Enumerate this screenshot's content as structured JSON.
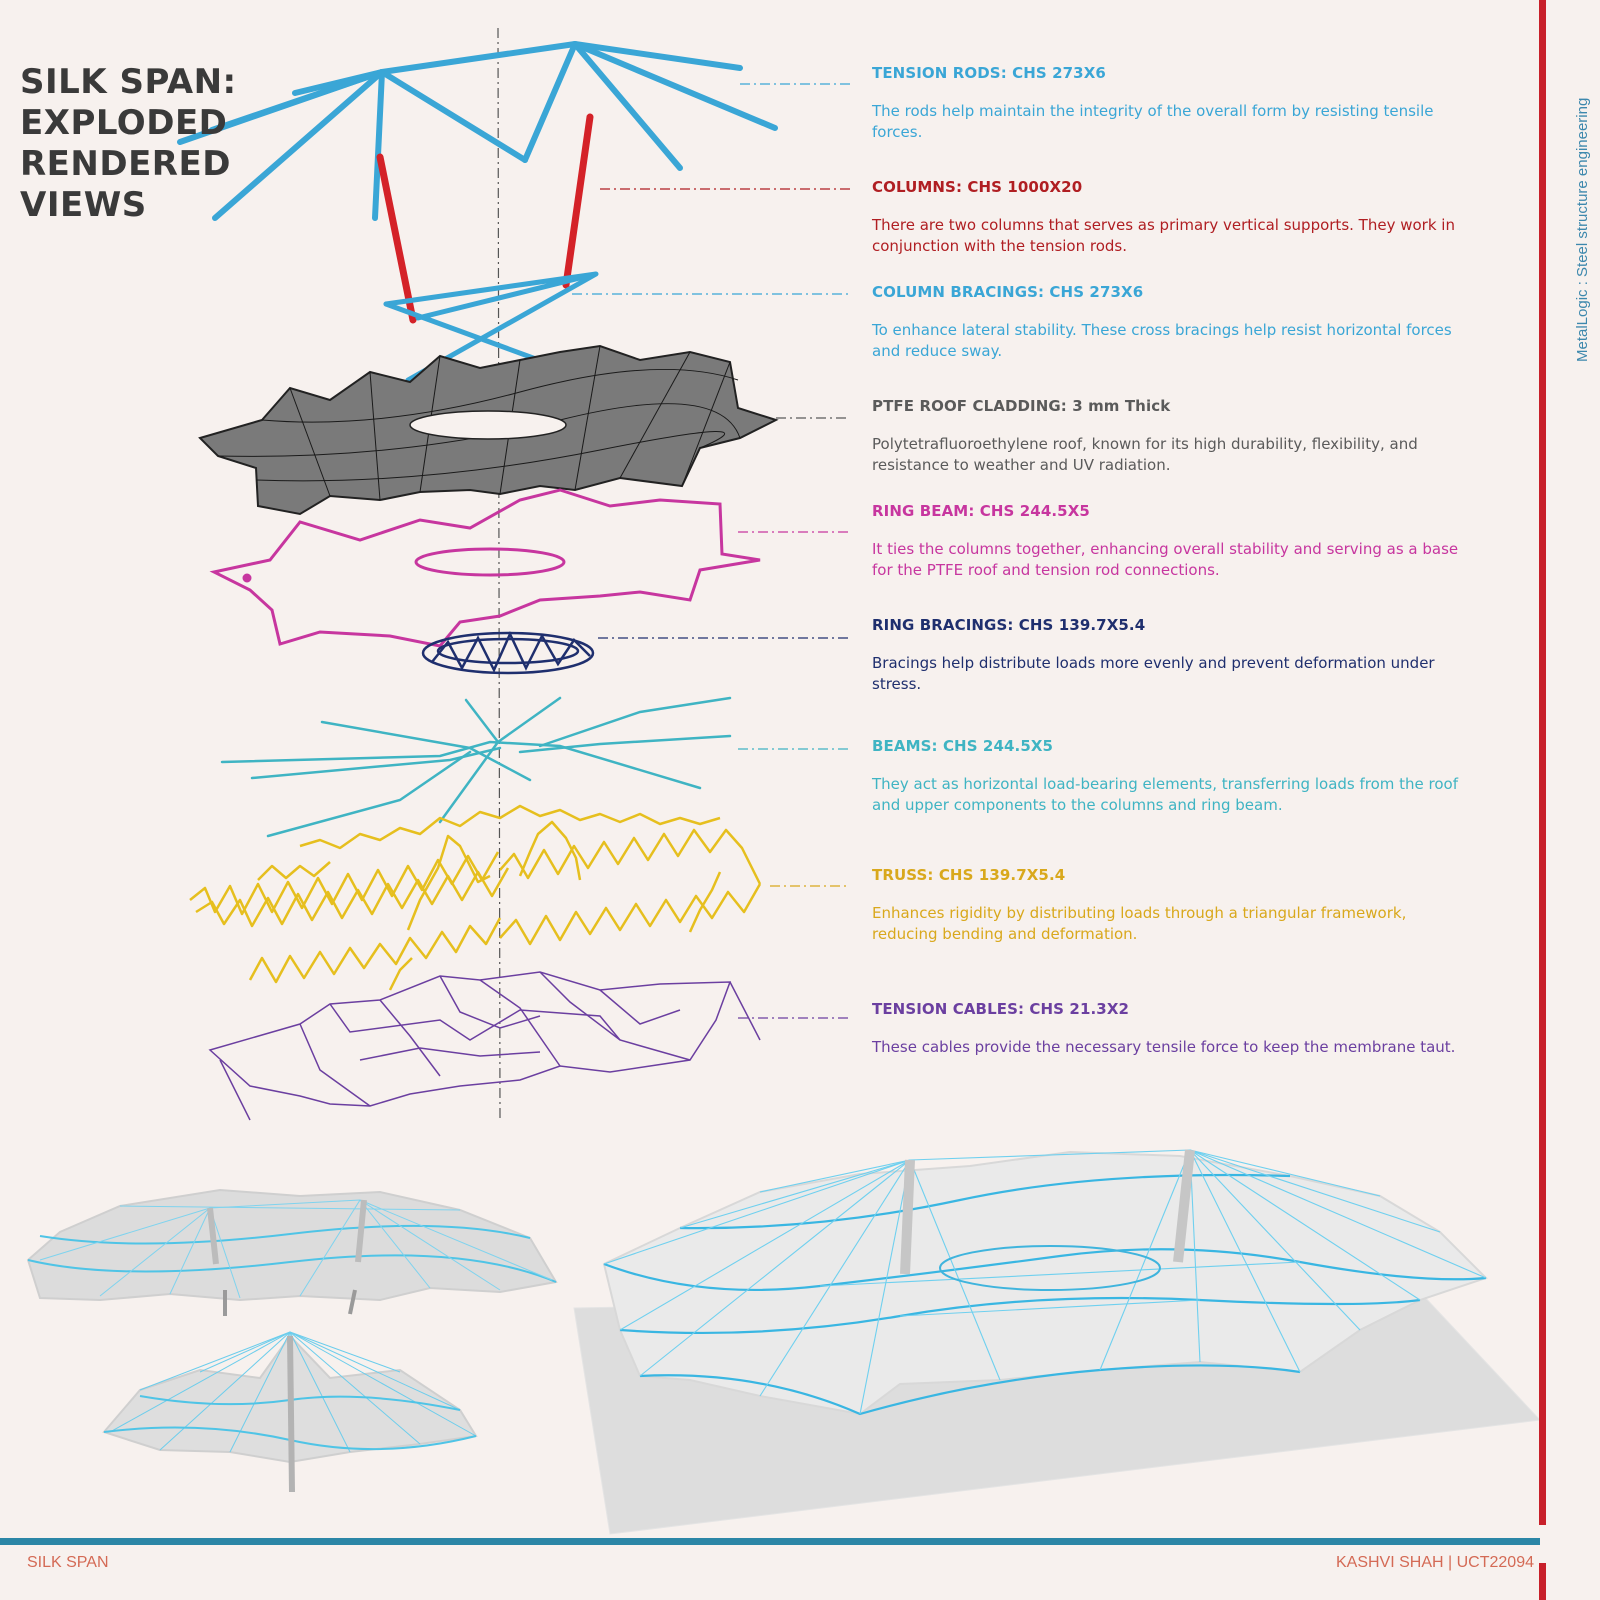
{
  "title": {
    "line1": "SILK SPAN:",
    "line2": "EXPLODED",
    "line3": "RENDERED",
    "line4": "VIEWS"
  },
  "components": [
    {
      "heading": "TENSION RODS: CHS 273X6",
      "description": "The rods help maintain the integrity of the overall form by resisting tensile forces.",
      "color": "#3aa6d6"
    },
    {
      "heading": "COLUMNS: CHS 1000X20",
      "description": "There are two columns that serves as primary vertical supports. They work in conjunction with the tension rods.",
      "color": "#b01e22"
    },
    {
      "heading": "COLUMN BRACINGS: CHS 273X6",
      "description": "To enhance lateral stability. These cross bracings help resist horizontal forces and reduce sway.",
      "color": "#3aa6d6"
    },
    {
      "heading": "PTFE ROOF CLADDING: 3 mm Thick",
      "description": "Polytetrafluoroethylene roof, known for its high durability, flexibility, and resistance to weather and UV radiation.",
      "color": "#5a5a5a"
    },
    {
      "heading": "RING BEAM: CHS 244.5X5",
      "description": "It ties the columns together, enhancing overall stability and serving as a base for the PTFE roof and tension rod connections.",
      "color": "#c7369f"
    },
    {
      "heading": "RING BRACINGS: CHS 139.7X5.4",
      "description": "Bracings help distribute loads more evenly and prevent deformation under stress.",
      "color": "#1f2f6e"
    },
    {
      "heading": "BEAMS: CHS 244.5X5",
      "description": "They act as horizontal load-bearing elements, transferring loads from the roof and upper components to the columns and ring beam.",
      "color": "#3fb4c3"
    },
    {
      "heading": "TRUSS: CHS 139.7X5.4",
      "description": "Enhances rigidity by distributing loads through a triangular framework, reducing bending and deformation.",
      "color": "#d9a81c"
    },
    {
      "heading": "TENSION CABLES: CHS 21.3X2",
      "description": "These cables provide the necessary tensile force to keep the membrane taut.",
      "color": "#6b3fa0"
    }
  ],
  "side_label": "MetalLogic : Steel structure engineering",
  "footer": {
    "left": "SILK SPAN",
    "right": "KASHVI SHAH | UCT22094"
  },
  "colors": {
    "background": "#f7f1ee",
    "accent_red": "#c8202a",
    "accent_blue": "#2b86a6"
  }
}
